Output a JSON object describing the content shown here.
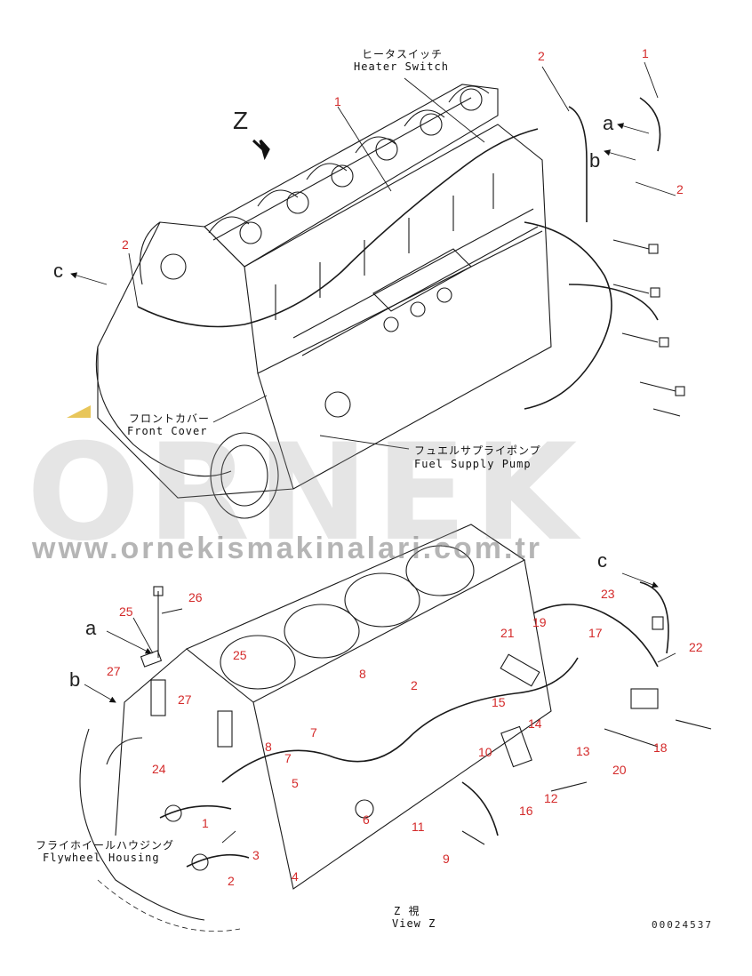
{
  "title": {
    "jp": "Z 視",
    "en": "View Z"
  },
  "doc_code": "00024537",
  "watermark": {
    "text": "ORNEK",
    "url": "www.ornekismakinalari.com.tr"
  },
  "callouts": {
    "heater_switch": {
      "jp": "ヒータスイッチ",
      "en": "Heater Switch"
    },
    "front_cover": {
      "jp": "フロントカバー",
      "en": "Front Cover"
    },
    "fuel_supply_pump": {
      "jp": "フュエルサプライポンプ",
      "en": "Fuel Supply Pump"
    },
    "flywheel_housing": {
      "jp": "フライホイールハウジング",
      "en": "Flywheel Housing"
    }
  },
  "view_arrows": {
    "z": "Z",
    "a": "a",
    "b": "b",
    "c": "c"
  },
  "part_numbers": {
    "top": [
      "1",
      "2",
      "1",
      "2",
      "2"
    ],
    "bottom": [
      "26",
      "25",
      "25",
      "27",
      "27",
      "24",
      "8",
      "2",
      "15",
      "7",
      "8",
      "7",
      "5",
      "10",
      "14",
      "13",
      "1",
      "3",
      "2",
      "4",
      "6",
      "11",
      "9",
      "16",
      "12",
      "21",
      "19",
      "17",
      "23",
      "22",
      "18",
      "20"
    ]
  },
  "colors": {
    "line": "#1a1a1a",
    "callout_number": "#d42a2a",
    "watermark": "#a0a0a0",
    "accent": "#e8c65a"
  }
}
